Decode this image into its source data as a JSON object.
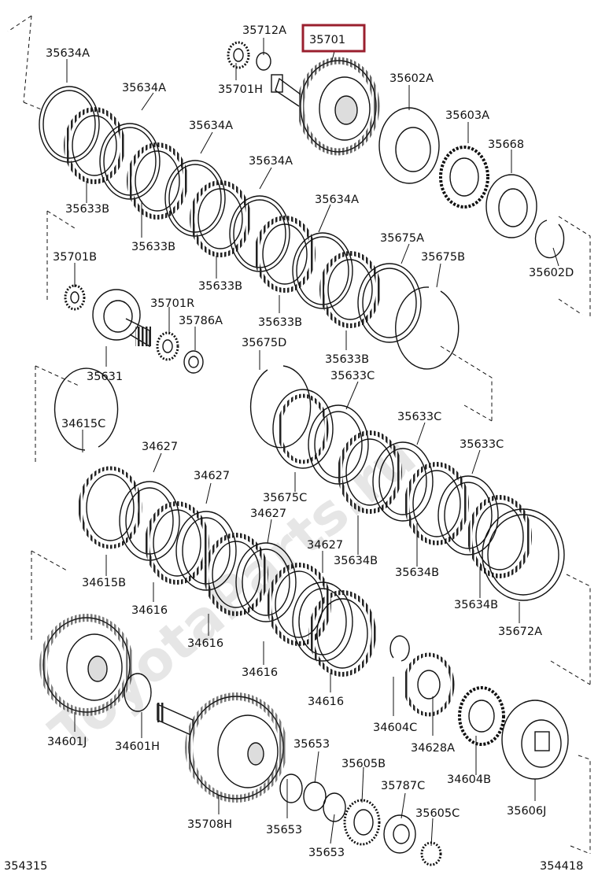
{
  "watermark": "ToyotaParts.ru",
  "highlight_color": "#9a1f2e",
  "highlighted_part": "35701",
  "diagram_codes": {
    "bottom_left": "354315",
    "bottom_right": "354418"
  },
  "labels": {
    "l35712A": "35712A",
    "l35701": "35701",
    "l35701H": "35701H",
    "l35634A_1": "35634A",
    "l35634A_2": "35634A",
    "l35634A_3": "35634A",
    "l35634A_4": "35634A",
    "l35634A_5": "35634A",
    "l35602A": "35602A",
    "l35603A": "35603A",
    "l35668": "35668",
    "l35633B_1": "35633B",
    "l35633B_2": "35633B",
    "l35633B_3": "35633B",
    "l35633B_4": "35633B",
    "l35633B_5": "35633B",
    "l35675A": "35675A",
    "l35675B": "35675B",
    "l35602D": "35602D",
    "l35701B": "35701B",
    "l35701R": "35701R",
    "l35786A": "35786A",
    "l35631": "35631",
    "l35675D": "35675D",
    "l35633C_1": "35633C",
    "l35633C_2": "35633C",
    "l35633C_3": "35633C",
    "l34615C": "34615C",
    "l34627_1": "34627",
    "l34627_2": "34627",
    "l34627_3": "34627",
    "l34627_4": "34627",
    "l35675C": "35675C",
    "l34615B": "34615B",
    "l35634B_1": "35634B",
    "l35634B_2": "35634B",
    "l35634B_3": "35634B",
    "l34616_1": "34616",
    "l34616_2": "34616",
    "l34616_3": "34616",
    "l34616_4": "34616",
    "l35672A": "35672A",
    "l34601J": "34601J",
    "l34601H": "34601H",
    "l34604C": "34604C",
    "l34628A": "34628A",
    "l34604B": "34604B",
    "l35653_1": "35653",
    "l35653_2": "35653",
    "l35653_3": "35653",
    "l35605B": "35605B",
    "l35787C": "35787C",
    "l35605C": "35605C",
    "l35606J": "35606J",
    "l35708H": "35708H"
  }
}
